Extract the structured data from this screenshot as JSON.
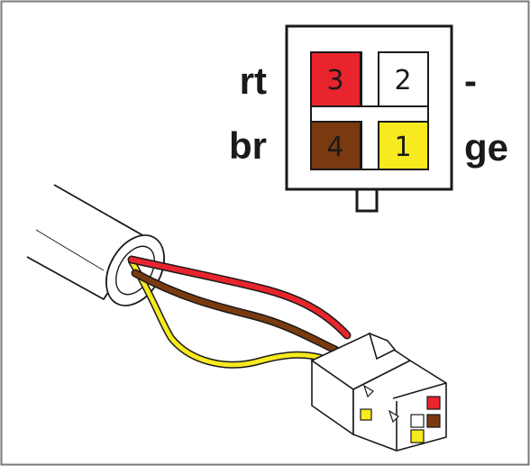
{
  "labels": {
    "top_left": "rt",
    "bottom_left": "br",
    "top_right": "-",
    "bottom_right": "ge"
  },
  "pins": [
    {
      "number": "3",
      "wire": "rt",
      "color": "#e8242d"
    },
    {
      "number": "2",
      "wire": "-",
      "color": "#ffffff"
    },
    {
      "number": "4",
      "wire": "br",
      "color": "#7a3a10"
    },
    {
      "number": "1",
      "wire": "ge",
      "color": "#f7ea1e"
    }
  ],
  "wires": [
    {
      "name": "rt",
      "color": "#e8242d"
    },
    {
      "name": "br",
      "color": "#7a3a10"
    },
    {
      "name": "ge",
      "color": "#f7ea1e"
    }
  ],
  "colors": {
    "frame": "#7a7a7a",
    "outline": "#1a1a1a",
    "background": "#ffffff"
  }
}
